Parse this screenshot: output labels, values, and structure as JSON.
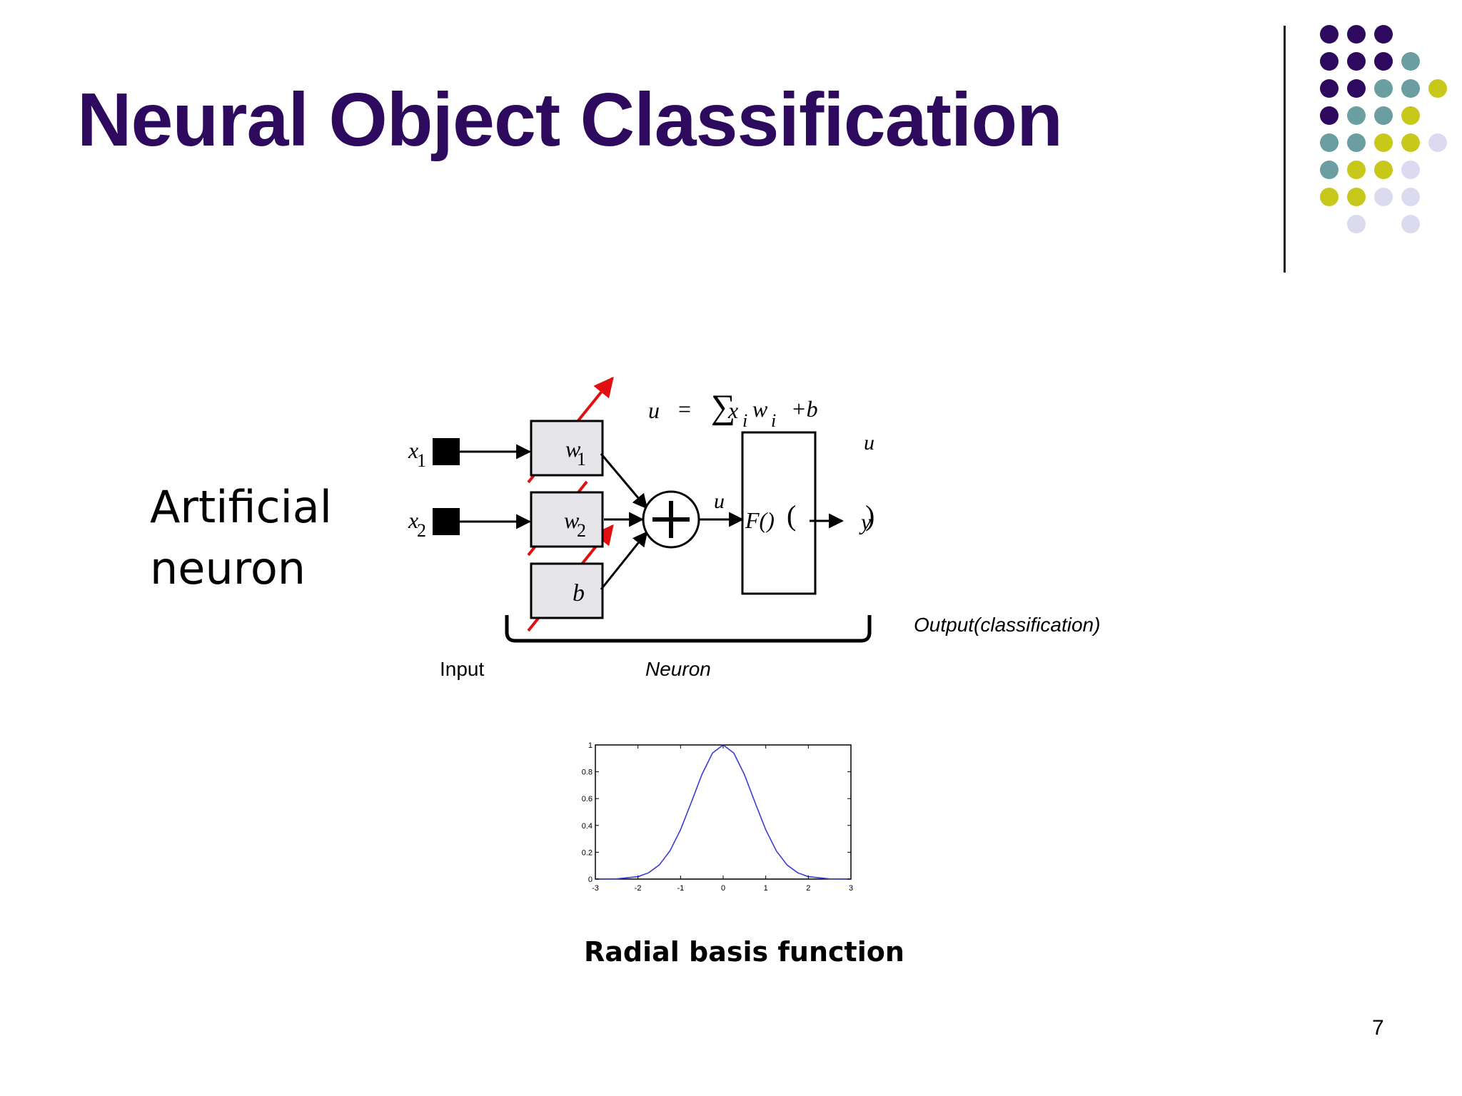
{
  "slide": {
    "title": "Neural Object Classification",
    "page_number": "7"
  },
  "left_label": {
    "line1": "Artificial",
    "line2": "neuron"
  },
  "neuron_diagram": {
    "inputs": [
      "x1",
      "x2"
    ],
    "weights": [
      "w1",
      "w2"
    ],
    "bias": "b",
    "sum_symbol": "+",
    "equation": {
      "lhs": "u",
      "equals": "=",
      "sigma": "∑",
      "term": "x",
      "sub_i": "i",
      "w": "w",
      "sub_i2": "i",
      "plus_b": "+b"
    },
    "u_label_mid": "u",
    "u_label_top": "u",
    "activation": "F()",
    "paren_open": "(",
    "paren_close": ")",
    "output": "y",
    "captions": {
      "input": "Input",
      "neuron": "Neuron",
      "output": "Output(classification)"
    }
  },
  "chart_data": {
    "type": "line",
    "title": "Radial basis function",
    "x": [
      -3,
      -2.5,
      -2,
      -1.75,
      -1.5,
      -1.25,
      -1,
      -0.75,
      -0.5,
      -0.25,
      0,
      0.25,
      0.5,
      0.75,
      1,
      1.25,
      1.5,
      1.75,
      2,
      2.5,
      3
    ],
    "series": [
      {
        "values": [
          0.0001,
          0.0019,
          0.0183,
          0.0468,
          0.1054,
          0.2096,
          0.3679,
          0.5698,
          0.7788,
          0.9394,
          1.0,
          0.9394,
          0.7788,
          0.5698,
          0.3679,
          0.2096,
          0.1054,
          0.0468,
          0.0183,
          0.0019,
          0.0001
        ],
        "color": "#3a3ad6"
      }
    ],
    "xlim": [
      -3,
      3
    ],
    "ylim": [
      0,
      1
    ],
    "x_ticks": [
      "-3",
      "-2",
      "-1",
      "0",
      "1",
      "2",
      "3"
    ],
    "y_ticks": [
      "0",
      "0.2",
      "0.4",
      "0.6",
      "0.8",
      "1"
    ],
    "grid": false
  },
  "colors": {
    "title": "#2e0a5e",
    "dot_purple": "#2e0a5e",
    "dot_teal": "#6a9ea0",
    "dot_yellow": "#c8c81a",
    "dot_lavender": "#dcdaee",
    "red_arrow": "#e01010",
    "box_fill": "#e6e6ea"
  }
}
